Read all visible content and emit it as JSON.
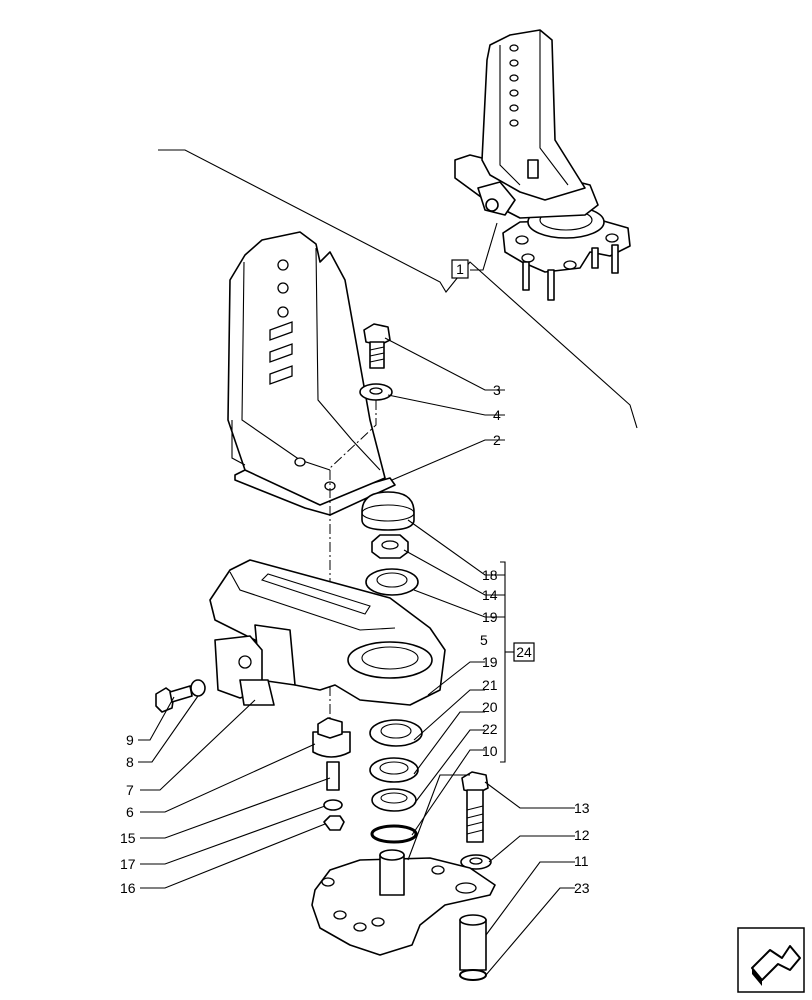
{
  "diagram": {
    "callouts": [
      {
        "id": "c1",
        "text": "1",
        "boxed": true
      },
      {
        "id": "c2",
        "text": "2"
      },
      {
        "id": "c3",
        "text": "3"
      },
      {
        "id": "c4",
        "text": "4"
      },
      {
        "id": "c5",
        "text": "5"
      },
      {
        "id": "c6",
        "text": "6"
      },
      {
        "id": "c7",
        "text": "7"
      },
      {
        "id": "c8",
        "text": "8"
      },
      {
        "id": "c9",
        "text": "9"
      },
      {
        "id": "c10",
        "text": "10"
      },
      {
        "id": "c11",
        "text": "11"
      },
      {
        "id": "c12",
        "text": "12"
      },
      {
        "id": "c13",
        "text": "13"
      },
      {
        "id": "c14",
        "text": "14"
      },
      {
        "id": "c15",
        "text": "15"
      },
      {
        "id": "c16",
        "text": "16"
      },
      {
        "id": "c17",
        "text": "17"
      },
      {
        "id": "c18",
        "text": "18"
      },
      {
        "id": "c19a",
        "text": "19"
      },
      {
        "id": "c19b",
        "text": "19"
      },
      {
        "id": "c20",
        "text": "20"
      },
      {
        "id": "c21",
        "text": "21"
      },
      {
        "id": "c22",
        "text": "22"
      },
      {
        "id": "c23",
        "text": "23"
      },
      {
        "id": "c24",
        "text": "24",
        "boxed": true
      }
    ],
    "nav_icon": "arrow-navigation-icon"
  }
}
